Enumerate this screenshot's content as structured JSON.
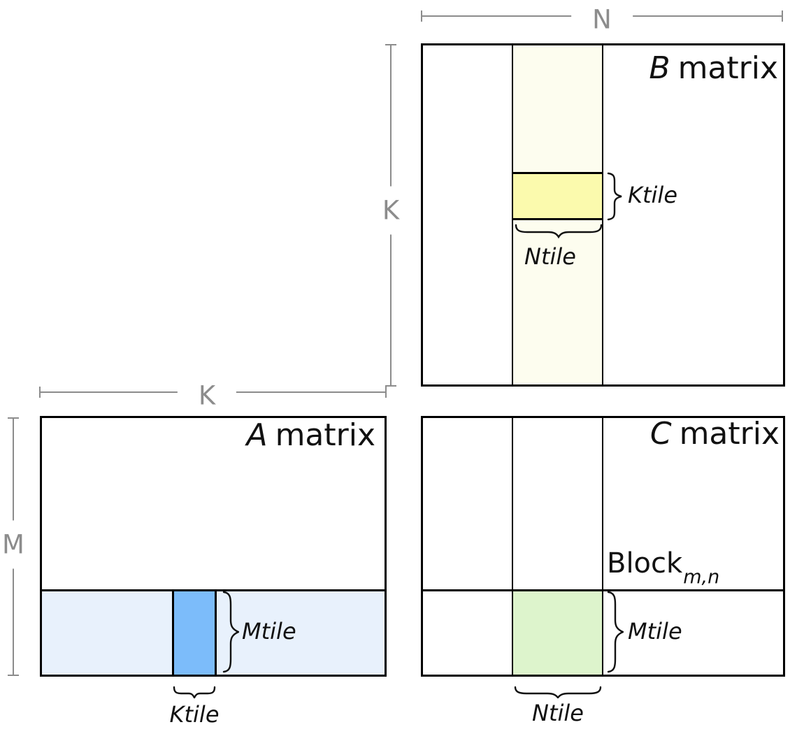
{
  "dimension_labels": {
    "n": "N",
    "k_vertical": "K",
    "k_horizontal": "K",
    "m": "M"
  },
  "matrices": {
    "b": {
      "letter": "B",
      "word": "matrix",
      "ktile_label": "Ktile",
      "ntile_label": "Ntile"
    },
    "a": {
      "letter": "A",
      "word": "matrix",
      "mtile_label": "Mtile",
      "ktile_label": "Ktile"
    },
    "c": {
      "letter": "C",
      "word": "matrix",
      "block_label": "Block",
      "block_subscript": "m,n",
      "mtile_label": "Mtile",
      "ntile_label": "Ntile"
    }
  },
  "colors": {
    "dimension_gray": "#8c8c8c",
    "border_black": "#000000",
    "b_strip_fill": "#fdfdef",
    "b_ktile_fill": "#fbfaad",
    "a_strip_fill": "#e8f1fc",
    "a_tile_fill": "#7cbcfa",
    "c_tile_fill": "#ddf4cc"
  }
}
